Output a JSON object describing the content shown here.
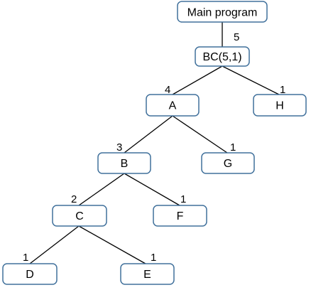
{
  "tree": {
    "nodes": {
      "main": "Main program",
      "bc": "BC(5,1)",
      "a": "A",
      "h": "H",
      "b": "B",
      "g": "G",
      "c": "C",
      "f": "F",
      "d": "D",
      "e": "E"
    },
    "edges": {
      "main_bc": "5",
      "bc_a": "4",
      "bc_h": "1",
      "a_b": "3",
      "a_g": "1",
      "b_c": "2",
      "b_f": "1",
      "c_d": "1",
      "c_e": "1"
    }
  }
}
